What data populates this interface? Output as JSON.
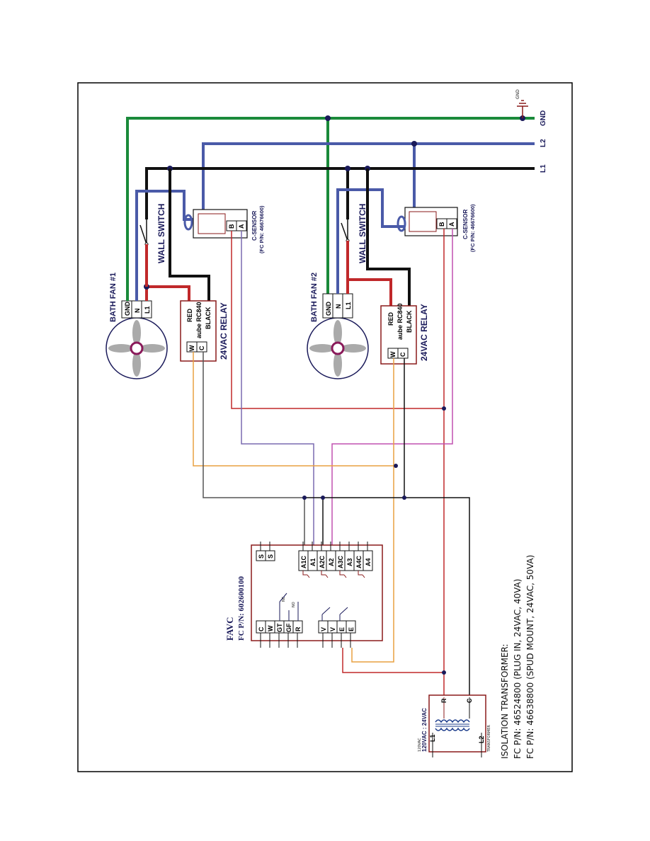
{
  "diagram": {
    "rails": {
      "gnd": "GND",
      "l2": "L2",
      "l1": "L1",
      "ground_symbol_label": "GND"
    },
    "fan1": {
      "title": "BATH FAN #1",
      "terminals": [
        "GND",
        "N",
        "L1"
      ]
    },
    "fan2": {
      "title": "BATH FAN #2",
      "terminals": [
        "GND",
        "N",
        "L1"
      ]
    },
    "switch1": {
      "label": "WALL SWITCH"
    },
    "switch2": {
      "label": "WALL SWITCH"
    },
    "relay1": {
      "title": "24VAC RELAY",
      "red": "RED",
      "model": "aube RC840",
      "black": "BLACK",
      "terminals": [
        "W",
        "C"
      ]
    },
    "relay2": {
      "title": "24VAC RELAY",
      "red": "RED",
      "model": "aube RC840",
      "black": "BLACK",
      "terminals": [
        "W",
        "C"
      ]
    },
    "sensor1": {
      "title": "C-SENSOR",
      "pn": "(FC P/N: 46676600)",
      "terminals": [
        "B",
        "A"
      ]
    },
    "sensor2": {
      "title": "C-SENSOR",
      "pn": "(FC P/N: 46676600)",
      "terminals": [
        "B",
        "A"
      ]
    },
    "favc": {
      "title": "FAVC",
      "pn": "FC P/N: 602600100",
      "left_terminals": [
        "C",
        "W",
        "GT",
        "GF",
        "R"
      ],
      "lower_terminals": [
        "V",
        "V",
        "E",
        "E"
      ],
      "top_terminals": [
        "S",
        "S"
      ],
      "right_terminals": [
        "A1C",
        "A1",
        "A2C",
        "A2",
        "A3C",
        "A3",
        "A4C",
        "A4"
      ],
      "relay_labels": [
        "NC",
        "NO"
      ]
    },
    "transformer": {
      "rating": "120VAC : 24VAC",
      "small_top": "TRANSFORMER",
      "small_side": "120VAC",
      "primary": [
        "L1",
        "L2"
      ],
      "secondary": [
        "R",
        "C"
      ]
    },
    "notes": [
      "ISOLATION TRANSFORMER:",
      "FC P/N: 46524800 (PLUG IN, 24VAC, 40VA)",
      "FC P/N: 46638800 (SPUD MOUNT, 24VAC, 50VA)"
    ],
    "colors": {
      "gnd": "#1a8a3a",
      "l2": "#4a5aa8",
      "l1": "#111111",
      "red": "#c0282a",
      "orange": "#e8a040",
      "purple": "#7a6ab0",
      "magenta": "#c050b0",
      "gray": "#555555",
      "box": "#8a1a1a",
      "dot": "#1a1a5a"
    }
  }
}
